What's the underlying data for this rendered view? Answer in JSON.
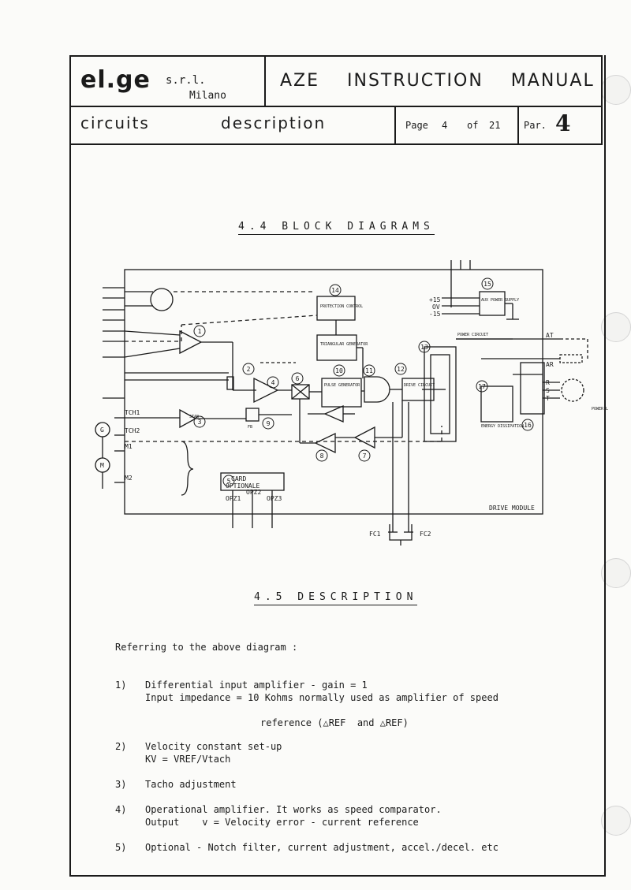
{
  "header": {
    "company": "el.ge",
    "company_suffix": "s.r.l.",
    "city": "Milano",
    "manual_title": "AZE INSTRUCTION MANUAL",
    "section_a": "circuits",
    "section_b": "description",
    "page_label": "Page",
    "page_current": "4",
    "page_of": "of",
    "page_total": "21",
    "par_label": "Par.",
    "par_number": "4"
  },
  "block_title": "4.4 BLOCK DIAGRAMS",
  "diagram": {
    "labels": {
      "protection": "PROTECTION CONTROL",
      "triangular": "TRIANGULAR GENERATOR",
      "pulse": "PULSE GENERATOR",
      "drive_circuit": "DRIVE CIRCUIT",
      "power_circuit": "POWER CIRCUIT",
      "aux_supply": "AUX POWER SUPPLY",
      "energy_dissipation": "ENERGY DISSIPATION",
      "card": "CARD",
      "optionale": "OPTIONALE",
      "drive_module": "DRIVE MODULE",
      "p15": "+15",
      "ov": "OV",
      "m15": "-15",
      "at": "AT",
      "ar": "AR",
      "r": "R",
      "s": "S",
      "t": "T",
      "tch1": "TCH1",
      "tch2": "TCH2",
      "m1": "M1",
      "m2": "M2",
      "opz1": "OPZ1",
      "opz2": "OPZ2",
      "opz3": "OPZ3",
      "fc1": "FC1",
      "fc2": "FC2",
      "stab": "STAB",
      "g": "G",
      "m": "M",
      "fb": "FB",
      "power_l": "POWER L"
    },
    "numbers": [
      "1",
      "2",
      "3",
      "4",
      "5",
      "6",
      "7",
      "8",
      "9",
      "10",
      "11",
      "12",
      "13",
      "14",
      "15",
      "16",
      "17"
    ]
  },
  "desc_title": "4.5 DESCRIPTION",
  "intro": "Referring to the above diagram :",
  "items": [
    {
      "num": "1)",
      "line1": "Differential input amplifier - gain = 1",
      "line2": "Input impedance = 10 Kohms normally used as amplifier of speed",
      "line3": "reference (△REF  and △REF)"
    },
    {
      "num": "2)",
      "line1": "Velocity constant set-up",
      "line2": "KV = VREF/Vtach"
    },
    {
      "num": "3)",
      "line1": "Tacho adjustment"
    },
    {
      "num": "4)",
      "line1": "Operational amplifier. It works as speed comparator.",
      "line2": "Output    v = Velocity error - current reference"
    },
    {
      "num": "5)",
      "line1": "Optional - Notch filter, current adjustment, accel./decel. etc"
    }
  ]
}
